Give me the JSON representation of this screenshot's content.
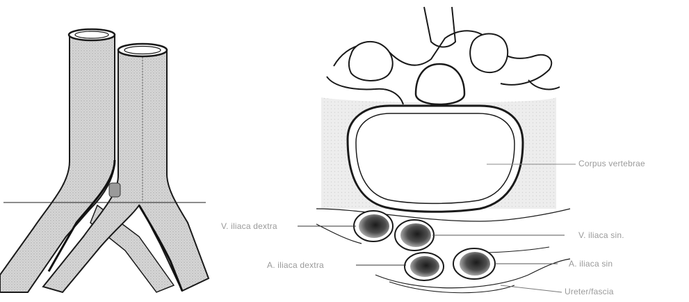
{
  "labels": {
    "corpus": "Corpus vertebrae",
    "v_iliaca_dextra": "V. iliaca dextra",
    "v_iliaca_sin": "V. iliaca sin.",
    "a_iliaca_dextra": "A. iliaca dextra",
    "a_iliaca_sin": "A. iliaca sin",
    "bottom": "Ureter/fascia"
  },
  "colors": {
    "outline": "#1a1a1a",
    "vessel_fill": "#cfcfcf",
    "tissue_fill": "#e3e3e3",
    "label": "#9a9a9a",
    "lumen_dark": "#2b2b2b",
    "lumen_mid": "#7a7a7a"
  }
}
